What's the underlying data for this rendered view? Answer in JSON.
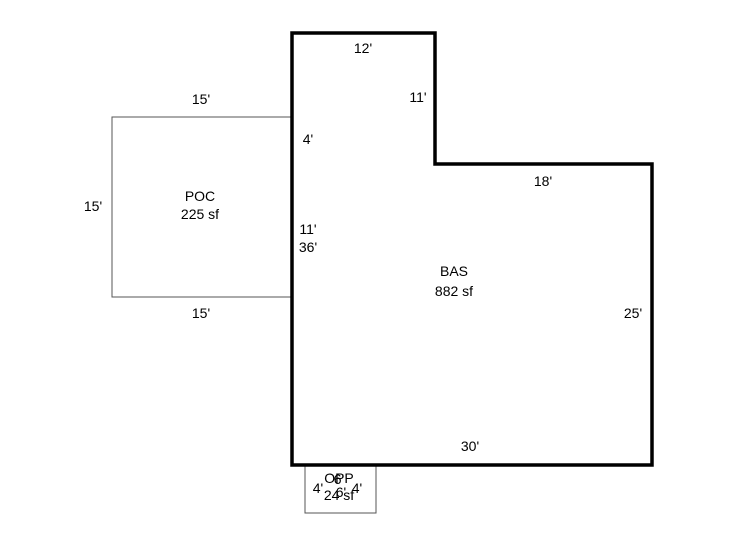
{
  "colors": {
    "background": "#ffffff",
    "line": "#000000",
    "thin_line": "#555555",
    "text": "#000000"
  },
  "areas": {
    "poc": {
      "code": "POC",
      "size": "225 sf"
    },
    "bas": {
      "code": "BAS",
      "size": "882 sf"
    },
    "opp": {
      "code": "OPP",
      "size": "24 sf"
    }
  },
  "dimensions": {
    "bas_top": "12'",
    "bas_notch_vertical": "11'",
    "bas_notch_horizontal": "18'",
    "bas_right": "25'",
    "bas_bottom": "30'",
    "bas_left_upper": "4'",
    "bas_left_middle": "11'",
    "bas_left_total": "36'",
    "poc_top": "15'",
    "poc_left": "15'",
    "poc_bottom": "15'",
    "opp_left": "4'",
    "opp_top": "6'",
    "opp_bottom": "6'",
    "opp_right": "4'"
  }
}
